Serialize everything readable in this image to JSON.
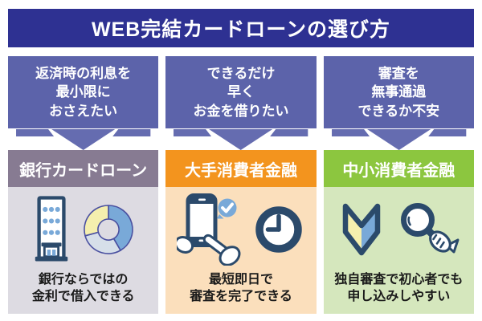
{
  "title": "WEB完結カードローンの選び方",
  "columns": [
    {
      "id": "bank-card-loan",
      "need_lines": [
        "返済時の利息を",
        "最小限に",
        "おさえたい"
      ],
      "name": "銀行カードローン",
      "benefit_lines": [
        "銀行ならではの",
        "金利で借入できる"
      ],
      "icon_names": [
        "bank-building-icon",
        "donut-chart-icon"
      ],
      "header_color": "#877b92",
      "body_color": "#dddbe2"
    },
    {
      "id": "major-consumer-finance",
      "need_lines": [
        "できるだけ",
        "早く",
        "お金を借りたい"
      ],
      "name": "大手消費者金融",
      "benefit_lines": [
        "最短即日で",
        "審査を完了できる"
      ],
      "icon_names": [
        "smartphone-tap-check-icon",
        "clock-icon"
      ],
      "header_color": "#f3941e",
      "body_color": "#fbdfbc"
    },
    {
      "id": "small-consumer-finance",
      "need_lines": [
        "審査を",
        "無事通過",
        "できるか不安"
      ],
      "name": "中小消費者金融",
      "benefit_lines": [
        "独自審査で初心者でも",
        "申し込みしやすい"
      ],
      "icon_names": [
        "beginner-mark-icon",
        "magnifying-glass-hand-icon"
      ],
      "header_color": "#8cc63f",
      "body_color": "#d5e7bd"
    }
  ],
  "colors": {
    "banner_bg": "#2e3192",
    "banner_text": "#ffffff",
    "need_box_bg": "#5c63aa",
    "arrow": "#656cb0",
    "icon_outline_navy": "#2b4a6b",
    "icon_blue": "#79a9d8",
    "icon_pale_yellow": "#f5efae",
    "icon_light_blue_gray": "#d6dfe9",
    "donut_outline": "#4a50a0",
    "caption_text": "#1a1a1a"
  }
}
